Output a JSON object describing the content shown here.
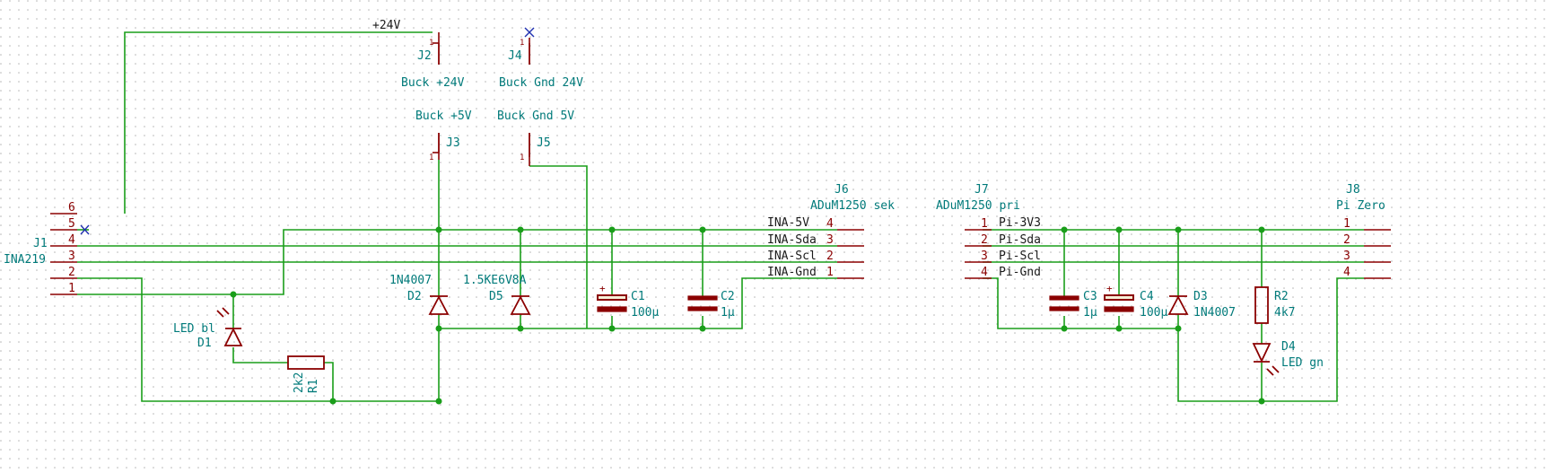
{
  "colors": {
    "wire": "#1a9e1a",
    "component": "#8b0000",
    "reference_text": "#007a7a",
    "net_label_text": "#1a1a1a",
    "no_connect": "#2030b0"
  },
  "net_labels": {
    "v24": "+24V",
    "j6_pin4": "INA-5V",
    "j6_pin3": "INA-Sda",
    "j6_pin2": "INA-Scl",
    "j6_pin1": "INA-Gnd",
    "j7_pin1": "Pi-3V3",
    "j7_pin2": "Pi-Sda",
    "j7_pin3": "Pi-Scl",
    "j7_pin4": "Pi-Gnd"
  },
  "connectors": {
    "j1": {
      "ref": "J1",
      "value": "INA219",
      "pins": [
        "6",
        "5",
        "4",
        "3",
        "2",
        "1"
      ]
    },
    "j2": {
      "ref": "J2",
      "value": "Buck +24V",
      "pin": "1"
    },
    "j3": {
      "ref": "J3",
      "value": "Buck +5V",
      "pin": "1"
    },
    "j4": {
      "ref": "J4",
      "value": "Buck Gnd 24V",
      "pin": "1"
    },
    "j5": {
      "ref": "J5",
      "value": "Buck Gnd 5V",
      "pin": "1"
    },
    "j6": {
      "ref": "J6",
      "value": "ADuM1250 sek",
      "pins": [
        "4",
        "3",
        "2",
        "1"
      ]
    },
    "j7": {
      "ref": "J7",
      "value": "ADuM1250 pri",
      "pins": [
        "1",
        "2",
        "3",
        "4"
      ]
    },
    "j8": {
      "ref": "J8",
      "value": "Pi Zero",
      "pins": [
        "1",
        "2",
        "3",
        "4"
      ]
    }
  },
  "components": {
    "d1": {
      "ref": "D1",
      "value": "LED bl"
    },
    "r1": {
      "ref": "R1",
      "value": "2k2"
    },
    "d2": {
      "ref": "D2",
      "value": "1N4007"
    },
    "d5": {
      "ref": "D5",
      "value": "1.5KE6V8A"
    },
    "c1": {
      "ref": "C1",
      "value": "100µ",
      "polarity": "+"
    },
    "c2": {
      "ref": "C2",
      "value": "1µ"
    },
    "c3": {
      "ref": "C3",
      "value": "1µ"
    },
    "c4": {
      "ref": "C4",
      "value": "100µ",
      "polarity": "+"
    },
    "d3": {
      "ref": "D3",
      "value": "1N4007"
    },
    "r2": {
      "ref": "R2",
      "value": "4k7"
    },
    "d4": {
      "ref": "D4",
      "value": "LED gn"
    }
  }
}
